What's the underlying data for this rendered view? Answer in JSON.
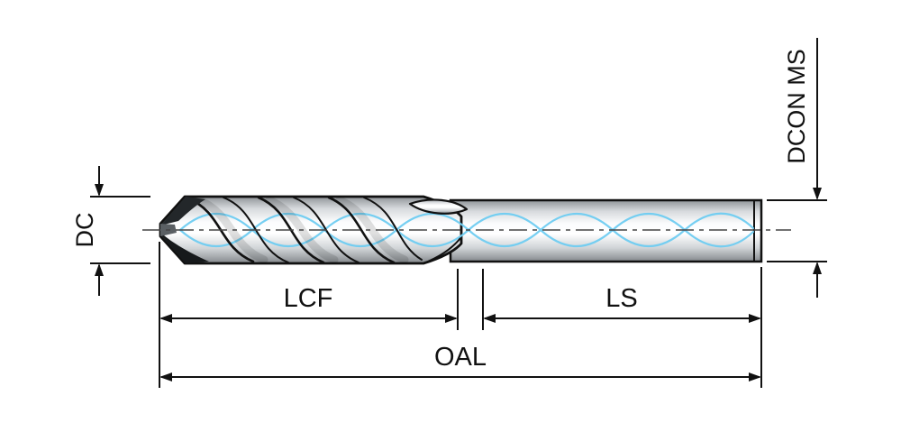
{
  "diagram": {
    "type": "technical-drawing",
    "subject": "twist drill with internal coolant channels - dimension diagram",
    "labels": {
      "dc": "DC",
      "lcf": "LCF",
      "ls": "LS",
      "oal": "OAL",
      "dcon_ms": "DCON MS"
    },
    "colors": {
      "line": "#111111",
      "coolant_line": "#6fcdf2",
      "metal_dark": "#85898d",
      "metal_light": "#ffffff",
      "background": "#ffffff"
    }
  }
}
